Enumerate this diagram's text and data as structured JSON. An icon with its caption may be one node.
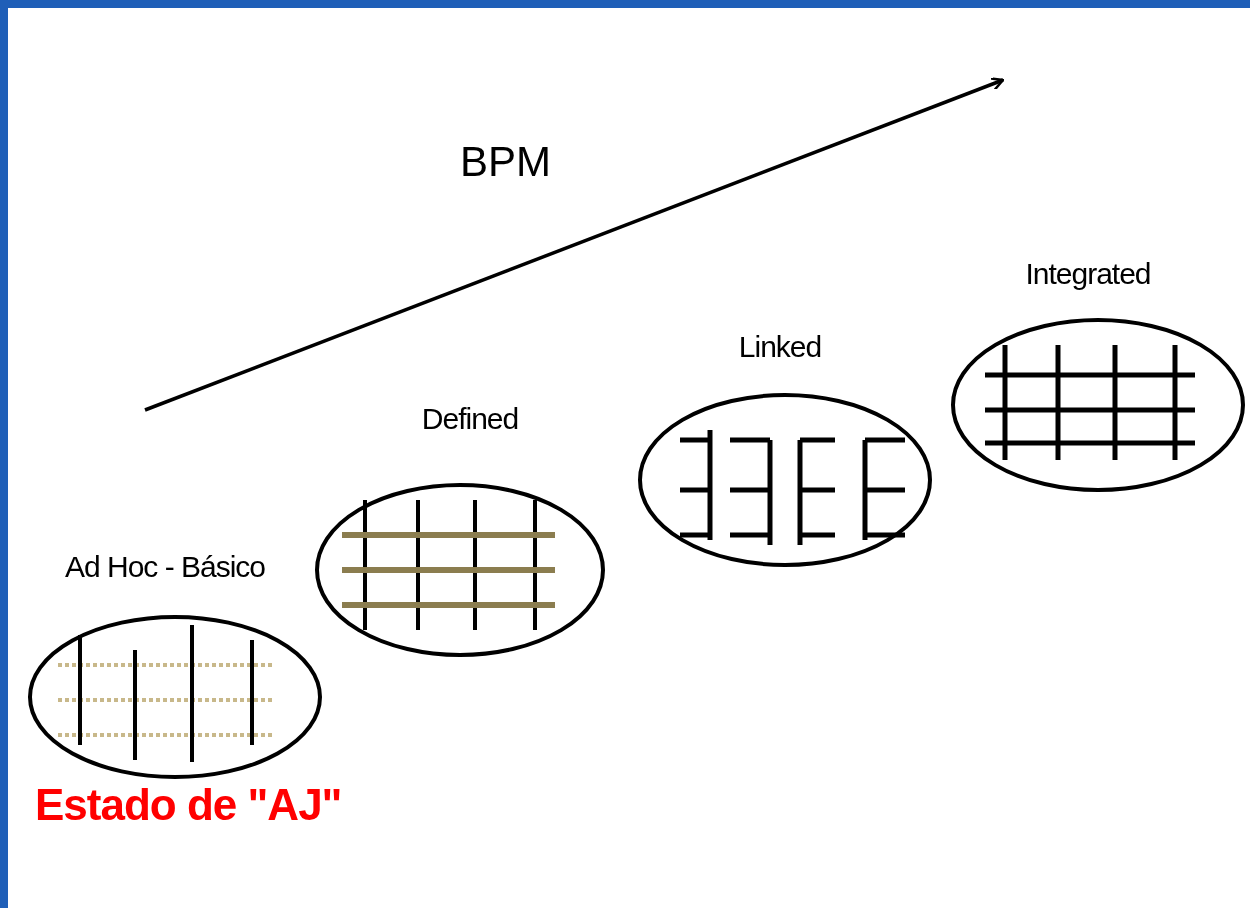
{
  "diagram": {
    "nodes": [
      {
        "text": [
          "Ad Hoc - Básico"
        ]
      },
      {
        "text": [
          "Defined"
        ]
      },
      {
        "text": [
          "Linked"
        ]
      },
      {
        "text": [
          "Integrated"
        ]
      }
    ],
    "edges": [],
    "labels": [
      "BPM",
      "Estado de \"AJ\""
    ]
  }
}
